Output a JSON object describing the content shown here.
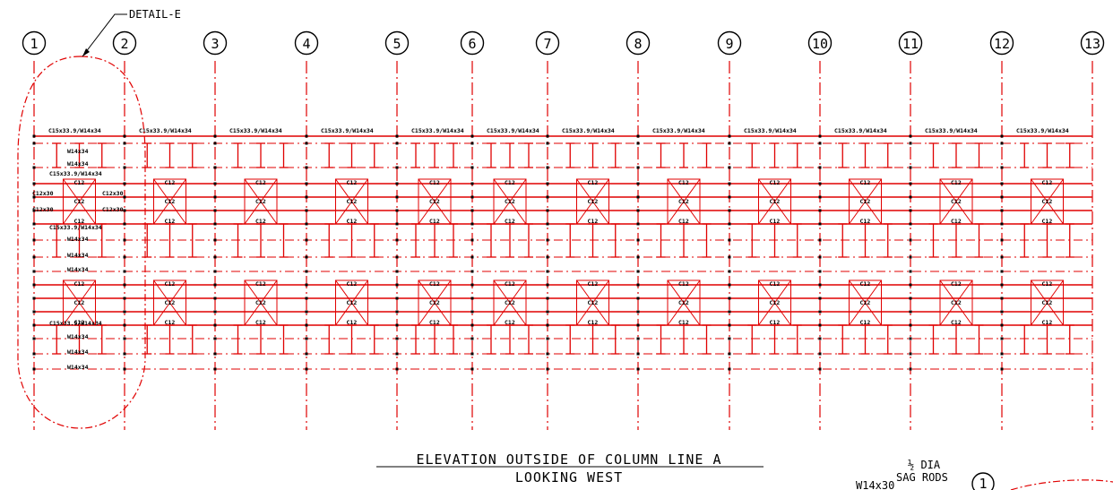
{
  "drawing": {
    "detail_callout": "DETAIL-E",
    "title_line1": "ELEVATION OUTSIDE OF COLUMN LINE A",
    "title_line2": "LOOKING WEST",
    "column_lines": [
      "1",
      "2",
      "3",
      "4",
      "5",
      "6",
      "7",
      "8",
      "9",
      "10",
      "11",
      "12",
      "13"
    ],
    "member_labels": {
      "top_channel": "C15x33.9/W14x34",
      "girt": "W14x34",
      "brace": "C12",
      "side_brace": "C12x30"
    },
    "corner_notes": {
      "member": "W14x30",
      "sag_rods_line1": "½ DIA",
      "sag_rods_line2": "SAG RODS",
      "bubble": "1"
    },
    "colors": {
      "structure": "#e00000",
      "annotation": "#000000"
    }
  }
}
